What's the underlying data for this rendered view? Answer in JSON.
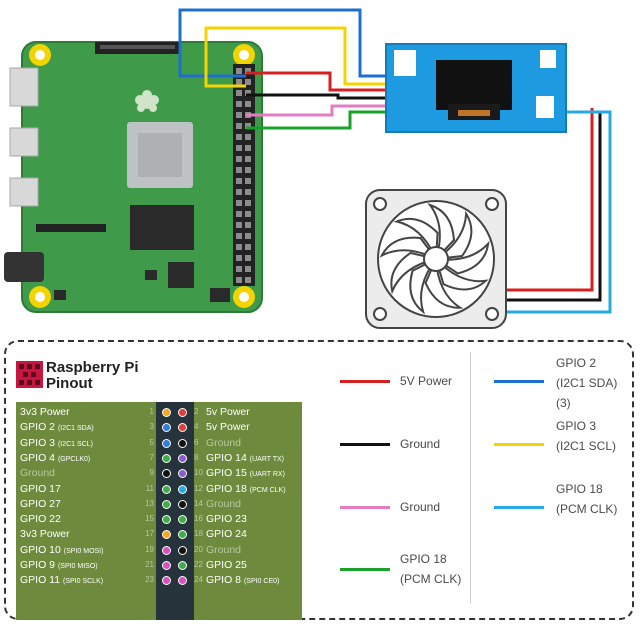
{
  "pinout_title": [
    "Raspberry Pi",
    "Pinout"
  ],
  "colors": {
    "red": "#d42020",
    "black": "#111111",
    "pink": "#e47cc4",
    "green": "#1aa22a",
    "blue": "#1f6fd1",
    "yellow": "#f2d500",
    "lightblue": "#27aae1",
    "board": "#3f9a49",
    "table_bg": "#6e8b3d",
    "table_center": "#26333a",
    "oled": "#1e9be0"
  },
  "pins": [
    {
      "left": "3v3 Power",
      "left_sub": "",
      "left_gray": false,
      "n1": "1",
      "n2": "2",
      "c1": "#f5a623",
      "c2": "#e23b3b",
      "right": "5v Power",
      "right_sub": "",
      "right_gray": false
    },
    {
      "left": "GPIO 2",
      "left_sub": "(I2C1 SDA)",
      "left_gray": false,
      "n1": "3",
      "n2": "4",
      "c1": "#2b7de0",
      "c2": "#e23b3b",
      "right": "5v Power",
      "right_sub": "",
      "right_gray": false
    },
    {
      "left": "GPIO 3",
      "left_sub": "(I2C1 SCL)",
      "left_gray": false,
      "n1": "5",
      "n2": "6",
      "c1": "#2b7de0",
      "c2": "#111111",
      "right": "Ground",
      "right_sub": "",
      "right_gray": true
    },
    {
      "left": "GPIO 4",
      "left_sub": "(GPCLK0)",
      "left_gray": false,
      "n1": "7",
      "n2": "8",
      "c1": "#3fae49",
      "c2": "#8a5cd0",
      "right": "GPIO 14",
      "right_sub": "(UART TX)",
      "right_gray": false
    },
    {
      "left": "Ground",
      "left_sub": "",
      "left_gray": true,
      "n1": "9",
      "n2": "10",
      "c1": "#111111",
      "c2": "#8a5cd0",
      "right": "GPIO 15",
      "right_sub": "(UART RX)",
      "right_gray": false
    },
    {
      "left": "GPIO 17",
      "left_sub": "",
      "left_gray": false,
      "n1": "11",
      "n2": "12",
      "c1": "#3fae49",
      "c2": "#27aae1",
      "right": "GPIO 18",
      "right_sub": "(PCM CLK)",
      "right_gray": false
    },
    {
      "left": "GPIO 27",
      "left_sub": "",
      "left_gray": false,
      "n1": "13",
      "n2": "14",
      "c1": "#3fae49",
      "c2": "#111111",
      "right": "Ground",
      "right_sub": "",
      "right_gray": true
    },
    {
      "left": "GPIO 22",
      "left_sub": "",
      "left_gray": false,
      "n1": "15",
      "n2": "16",
      "c1": "#3fae49",
      "c2": "#3fae49",
      "right": "GPIO 23",
      "right_sub": "",
      "right_gray": false
    },
    {
      "left": "3v3 Power",
      "left_sub": "",
      "left_gray": false,
      "n1": "17",
      "n2": "18",
      "c1": "#f5a623",
      "c2": "#3fae49",
      "right": "GPIO 24",
      "right_sub": "",
      "right_gray": false
    },
    {
      "left": "GPIO 10",
      "left_sub": "(SPI0 MOSI)",
      "left_gray": false,
      "n1": "19",
      "n2": "20",
      "c1": "#d94fbf",
      "c2": "#111111",
      "right": "Ground",
      "right_sub": "",
      "right_gray": true
    },
    {
      "left": "GPIO 9",
      "left_sub": "(SPI0 MISO)",
      "left_gray": false,
      "n1": "21",
      "n2": "22",
      "c1": "#d94fbf",
      "c2": "#3fae49",
      "right": "GPIO 25",
      "right_sub": "",
      "right_gray": false
    },
    {
      "left": "GPIO 11",
      "left_sub": "(SPI0 SCLK)",
      "left_gray": false,
      "n1": "23",
      "n2": "24",
      "c1": "#d94fbf",
      "c2": "#d94fbf",
      "right": "GPIO 8",
      "right_sub": "(SPI0 CE0)",
      "right_gray": false
    }
  ],
  "legend_left": [
    {
      "label": [
        "5V Power"
      ],
      "color": "#d42020"
    },
    {
      "label": [
        "Ground"
      ],
      "color": "#111111"
    },
    {
      "label": [
        "Ground"
      ],
      "color": "#e47cc4"
    },
    {
      "label": [
        "GPIO 18",
        "(PCM CLK)"
      ],
      "color": "#1aa22a"
    }
  ],
  "legend_right": [
    {
      "label": [
        "GPIO 2",
        "(I2C1 SDA)",
        "(3)"
      ],
      "color": "#1f6fd1"
    },
    {
      "label": [
        "GPIO 3",
        "(I2C1 SCL)"
      ],
      "color": "#f2d500"
    },
    {
      "label": [
        "GPIO 18",
        "(PCM CLK)"
      ],
      "color": "#27aae1"
    }
  ]
}
